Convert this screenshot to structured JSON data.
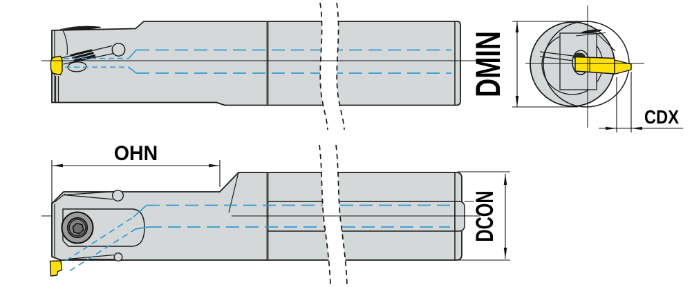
{
  "diagram": {
    "type": "technical-drawing",
    "subject": "internal-grooving-boring-bar",
    "views": {
      "side_view": "tool side view with insert and clamp",
      "end_view": "front end view with minimum bore circle",
      "bottom_view": "mounting side view with clamp screw"
    },
    "dimensions": {
      "ohn": {
        "label": "OHN"
      },
      "dmin": {
        "label": "DMIN"
      },
      "dcon": {
        "label": "DCON"
      },
      "cdx": {
        "label": "CDX"
      }
    },
    "colors": {
      "body_gray": "#d5d8d9",
      "outline": "#1b1b1b",
      "centerline_blue": "#2f99d3",
      "insert_yellow": "#ffe10a",
      "screw_gray": "#9b9b9b"
    }
  }
}
